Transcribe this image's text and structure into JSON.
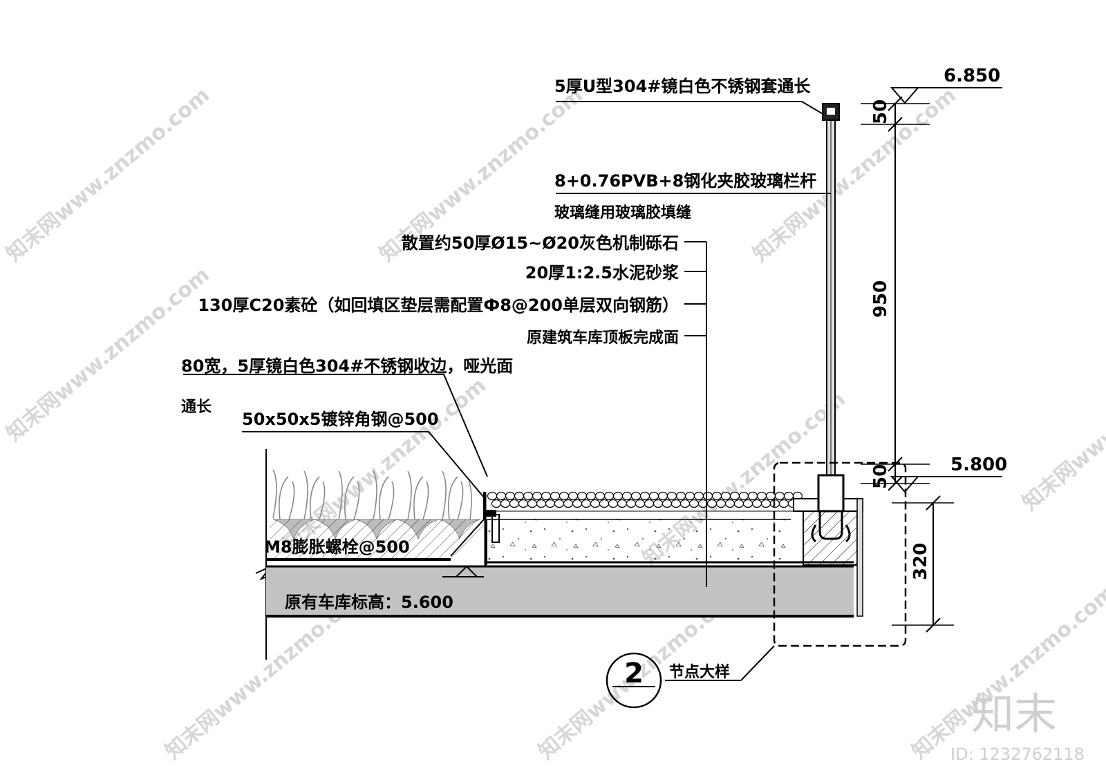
{
  "drawing": {
    "labels": {
      "u_channel": "5厚U型304#镜白色不锈钢套通长",
      "glass_rail": "8+0.76PVB+8钢化夹胶玻璃栏杆",
      "glass_joint": "玻璃缝用玻璃胶填缝",
      "gravel": "散置约50厚Ø15~Ø20灰色机制砾石",
      "mortar": "20厚1:2.5水泥砂浆",
      "concrete": "130厚C20素砼（如回填区垫层需配置Ф8@200单层双向钢筋）",
      "roof_slab": "原建筑车库顶板完成面",
      "edge_strip_1": "80宽，5厚镜白色304#不锈钢收边，哑光面",
      "edge_strip_2": "通长",
      "angle_steel": "50x50x5镀锌角钢@500",
      "bolt": "M8膨胀螺栓@500",
      "garage_level": "原有车库标高：5.600",
      "detail_title": "节点大样",
      "detail_no": "2"
    },
    "dimensions": {
      "elev_top": "6.850",
      "elev_mid": "5.800",
      "dim_50_top": "50",
      "dim_950": "950",
      "dim_50_bottom": "50",
      "dim_320": "320"
    }
  },
  "watermark": {
    "text": "知末网www.znzmo.com",
    "brand": "知末",
    "id": "ID: 1232762118"
  }
}
